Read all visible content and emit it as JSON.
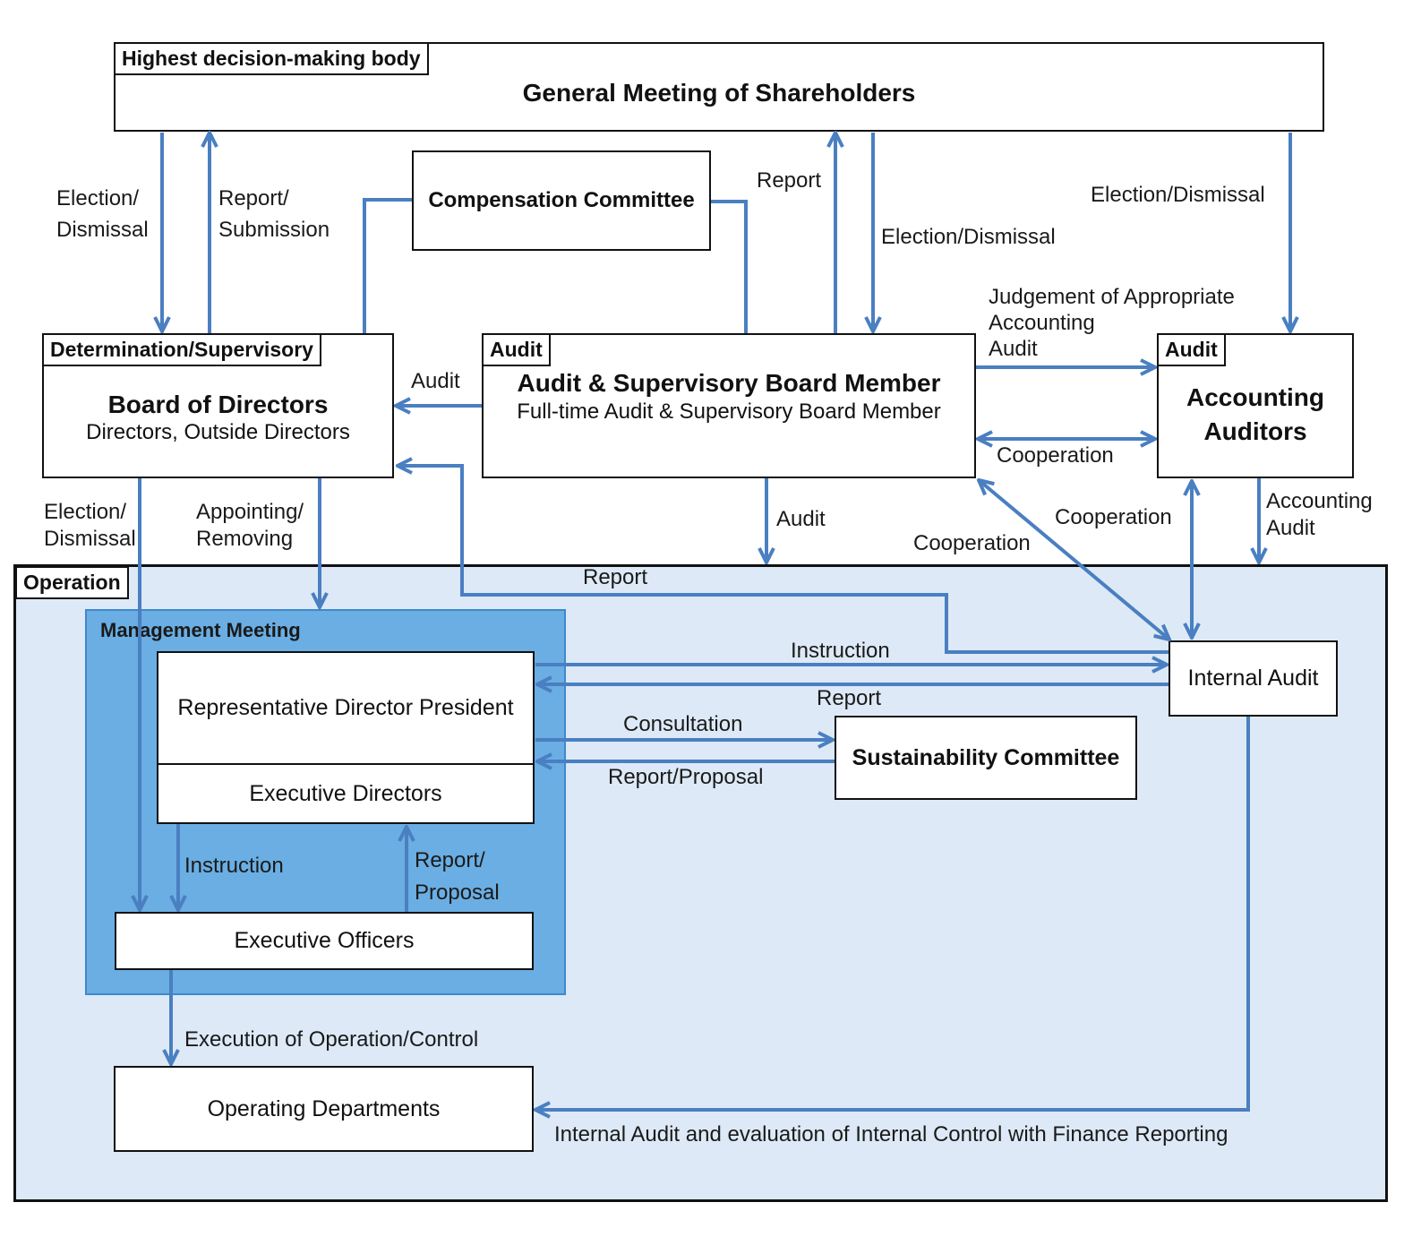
{
  "shareholders": {
    "tag": "Highest decision-making body",
    "title": "General Meeting of Shareholders"
  },
  "compensation": {
    "title": "Compensation Committee"
  },
  "board": {
    "tag": "Determination/Supervisory",
    "title": "Board of Directors",
    "subtitle": "Directors, Outside Directors"
  },
  "asb": {
    "tag": "Audit",
    "title": "Audit & Supervisory Board Member",
    "subtitle": "Full-time Audit & Supervisory Board Member"
  },
  "auditors": {
    "tag": "Audit",
    "title_line1": "Accounting",
    "title_line2": "Auditors"
  },
  "operation": {
    "tag": "Operation"
  },
  "management": {
    "label": "Management Meeting"
  },
  "president": {
    "title": "Representative Director President"
  },
  "exec_directors": {
    "title": "Executive Directors"
  },
  "exec_officers": {
    "title": "Executive Officers"
  },
  "sustainability": {
    "title": "Sustainability Committee"
  },
  "internal_audit": {
    "title": "Internal Audit"
  },
  "operating_depts": {
    "title": "Operating Departments"
  },
  "labels": {
    "election_dismissal_l1": "Election/",
    "election_dismissal_l2": "Dismissal",
    "report_submission_l1": "Report/",
    "report_submission_l2": "Submission",
    "report_top": "Report",
    "election_dismissal_asb": "Election/Dismissal",
    "election_dismissal_auditors": "Election/Dismissal",
    "judgement_l1": "Judgement of Appropriate",
    "judgement_l2": "Accounting",
    "judgement_l3": "Audit",
    "audit_board": "Audit",
    "cooperation_asb_auditors": "Cooperation",
    "election_dismissal_mgmt_l1": "Election/",
    "election_dismissal_mgmt_l2": "Dismissal",
    "appointing_l1": "Appointing/",
    "appointing_l2": "Removing",
    "audit_operation": "Audit",
    "cooperation_auditors_ia": "Cooperation",
    "cooperation_asb_ia": "Cooperation",
    "accounting_audit_l1": "Accounting",
    "accounting_audit_l2": "Audit",
    "report_ia_board": "Report",
    "instruction_ia": "Instruction",
    "report_ia_president": "Report",
    "consultation": "Consultation",
    "report_proposal": "Report/Proposal",
    "instruction_officers": "Instruction",
    "report_proposal_officers_l1": "Report/",
    "report_proposal_officers_l2": "Proposal",
    "execution": "Execution of Operation/Control",
    "internal_audit_eval": "Internal Audit and evaluation of Internal Control with Finance Reporting"
  },
  "colors": {
    "arrow": "#4a7fc1",
    "operation_bg": "#dde9f6",
    "management_bg": "#6aaee3"
  }
}
